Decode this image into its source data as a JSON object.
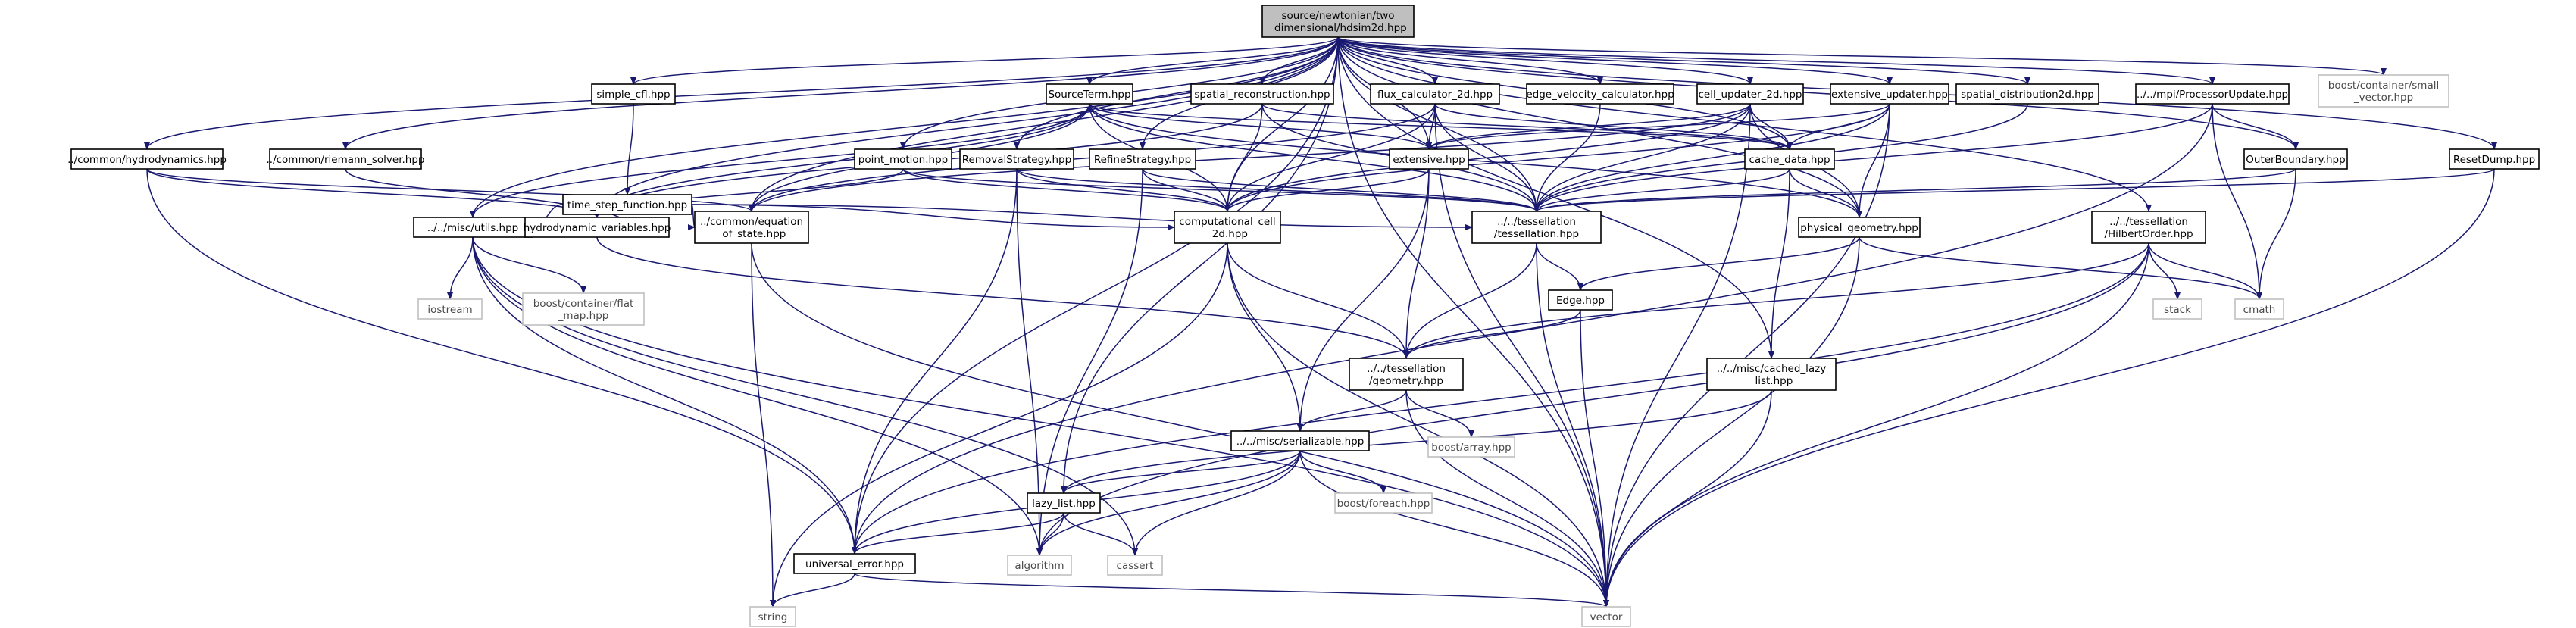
{
  "graph_nodes": [
    {
      "id": "root",
      "lines": [
        "source/newtonian/two",
        "_dimensional/hdsim2d.hpp"
      ],
      "kind": "root"
    },
    {
      "id": "simple_cfl",
      "lines": [
        "simple_cfl.hpp"
      ]
    },
    {
      "id": "sourceterm",
      "lines": [
        "SourceTerm.hpp"
      ]
    },
    {
      "id": "spatial_recon",
      "lines": [
        "spatial_reconstruction.hpp"
      ]
    },
    {
      "id": "flux_calc",
      "lines": [
        "flux_calculator_2d.hpp"
      ]
    },
    {
      "id": "edge_vel",
      "lines": [
        "edge_velocity_calculator.hpp"
      ]
    },
    {
      "id": "cell_updater",
      "lines": [
        "cell_updater_2d.hpp"
      ]
    },
    {
      "id": "extensive_updater",
      "lines": [
        "extensive_updater.hpp"
      ]
    },
    {
      "id": "spatial_dist",
      "lines": [
        "spatial_distribution2d.hpp"
      ]
    },
    {
      "id": "mpi_proc",
      "lines": [
        "../../mpi/ProcessorUpdate.hpp"
      ]
    },
    {
      "id": "boost_small_vector",
      "lines": [
        "boost/container/small",
        "_vector.hpp"
      ],
      "kind": "ext"
    },
    {
      "id": "common_hydro",
      "lines": [
        "../common/hydrodynamics.hpp"
      ]
    },
    {
      "id": "common_riemann",
      "lines": [
        "../common/riemann_solver.hpp"
      ]
    },
    {
      "id": "time_step",
      "lines": [
        "time_step_function.hpp"
      ]
    },
    {
      "id": "point_motion",
      "lines": [
        "point_motion.hpp"
      ]
    },
    {
      "id": "removal",
      "lines": [
        "RemovalStrategy.hpp"
      ]
    },
    {
      "id": "refine",
      "lines": [
        "RefineStrategy.hpp"
      ]
    },
    {
      "id": "extensive",
      "lines": [
        "extensive.hpp"
      ]
    },
    {
      "id": "cache_data",
      "lines": [
        "cache_data.hpp"
      ]
    },
    {
      "id": "outer_boundary",
      "lines": [
        "OuterBoundary.hpp"
      ]
    },
    {
      "id": "reset_dump",
      "lines": [
        "ResetDump.hpp"
      ]
    },
    {
      "id": "misc_utils",
      "lines": [
        "../../misc/utils.hpp"
      ]
    },
    {
      "id": "hydro_vars",
      "lines": [
        "hydrodynamic_variables.hpp"
      ]
    },
    {
      "id": "eos",
      "lines": [
        "../common/equation",
        "_of_state.hpp"
      ]
    },
    {
      "id": "comp_cell",
      "lines": [
        "computational_cell",
        "_2d.hpp"
      ]
    },
    {
      "id": "tessellation",
      "lines": [
        "../../tessellation",
        "/tessellation.hpp"
      ]
    },
    {
      "id": "physical_geom",
      "lines": [
        "physical_geometry.hpp"
      ]
    },
    {
      "id": "hilbert",
      "lines": [
        "../../tessellation",
        "/HilbertOrder.hpp"
      ]
    },
    {
      "id": "iostream",
      "lines": [
        "iostream"
      ],
      "kind": "ext"
    },
    {
      "id": "boost_flat_map",
      "lines": [
        "boost/container/flat",
        "_map.hpp"
      ],
      "kind": "ext"
    },
    {
      "id": "edge",
      "lines": [
        "Edge.hpp"
      ]
    },
    {
      "id": "stack",
      "lines": [
        "stack"
      ],
      "kind": "ext"
    },
    {
      "id": "cmath",
      "lines": [
        "cmath"
      ],
      "kind": "ext"
    },
    {
      "id": "geometry",
      "lines": [
        "../../tessellation",
        "/geometry.hpp"
      ]
    },
    {
      "id": "cached_lazy",
      "lines": [
        "../../misc/cached_lazy",
        "_list.hpp"
      ]
    },
    {
      "id": "serializable",
      "lines": [
        "../../misc/serializable.hpp"
      ]
    },
    {
      "id": "boost_array",
      "lines": [
        "boost/array.hpp"
      ],
      "kind": "ext"
    },
    {
      "id": "lazy_list",
      "lines": [
        "lazy_list.hpp"
      ]
    },
    {
      "id": "boost_foreach",
      "lines": [
        "boost/foreach.hpp"
      ],
      "kind": "ext"
    },
    {
      "id": "universal_error",
      "lines": [
        "universal_error.hpp"
      ]
    },
    {
      "id": "algorithm",
      "lines": [
        "algorithm"
      ],
      "kind": "ext"
    },
    {
      "id": "cassert",
      "lines": [
        "cassert"
      ],
      "kind": "ext"
    },
    {
      "id": "string",
      "lines": [
        "string"
      ],
      "kind": "ext"
    },
    {
      "id": "vector",
      "lines": [
        "vector"
      ],
      "kind": "ext"
    }
  ],
  "graph_edges": [
    [
      "root",
      "simple_cfl"
    ],
    [
      "root",
      "sourceterm"
    ],
    [
      "root",
      "spatial_recon"
    ],
    [
      "root",
      "flux_calc"
    ],
    [
      "root",
      "edge_vel"
    ],
    [
      "root",
      "cell_updater"
    ],
    [
      "root",
      "extensive_updater"
    ],
    [
      "root",
      "spatial_dist"
    ],
    [
      "root",
      "mpi_proc"
    ],
    [
      "root",
      "boost_small_vector"
    ],
    [
      "root",
      "common_hydro"
    ],
    [
      "root",
      "common_riemann"
    ],
    [
      "root",
      "point_motion"
    ],
    [
      "root",
      "removal"
    ],
    [
      "root",
      "refine"
    ],
    [
      "root",
      "extensive"
    ],
    [
      "root",
      "cache_data"
    ],
    [
      "root",
      "outer_boundary"
    ],
    [
      "root",
      "reset_dump"
    ],
    [
      "root",
      "misc_utils"
    ],
    [
      "root",
      "eos"
    ],
    [
      "root",
      "comp_cell"
    ],
    [
      "root",
      "tessellation"
    ],
    [
      "root",
      "physical_geom"
    ],
    [
      "root",
      "hilbert"
    ],
    [
      "root",
      "cached_lazy"
    ],
    [
      "root",
      "lazy_list"
    ],
    [
      "root",
      "universal_error"
    ],
    [
      "root",
      "vector"
    ],
    [
      "root",
      "hydro_vars"
    ],
    [
      "simple_cfl",
      "time_step"
    ],
    [
      "time_step",
      "misc_utils"
    ],
    [
      "time_step",
      "hydro_vars"
    ],
    [
      "time_step",
      "eos"
    ],
    [
      "time_step",
      "comp_cell"
    ],
    [
      "time_step",
      "tessellation"
    ],
    [
      "sourceterm",
      "hydro_vars"
    ],
    [
      "sourceterm",
      "misc_utils"
    ],
    [
      "sourceterm",
      "comp_cell"
    ],
    [
      "sourceterm",
      "tessellation"
    ],
    [
      "sourceterm",
      "extensive"
    ],
    [
      "sourceterm",
      "physical_geom"
    ],
    [
      "sourceterm",
      "cache_data"
    ],
    [
      "sourceterm",
      "eos"
    ],
    [
      "spatial_recon",
      "comp_cell"
    ],
    [
      "spatial_recon",
      "tessellation"
    ],
    [
      "spatial_recon",
      "cache_data"
    ],
    [
      "spatial_recon",
      "hydro_vars"
    ],
    [
      "flux_calc",
      "extensive"
    ],
    [
      "flux_calc",
      "comp_cell"
    ],
    [
      "flux_calc",
      "tessellation"
    ],
    [
      "flux_calc",
      "cache_data"
    ],
    [
      "flux_calc",
      "eos"
    ],
    [
      "flux_calc",
      "vector"
    ],
    [
      "edge_vel",
      "tessellation"
    ],
    [
      "cell_updater",
      "extensive"
    ],
    [
      "cell_updater",
      "cache_data"
    ],
    [
      "cell_updater",
      "tessellation"
    ],
    [
      "cell_updater",
      "comp_cell"
    ],
    [
      "cell_updater",
      "vector"
    ],
    [
      "cell_updater",
      "eos"
    ],
    [
      "cell_updater",
      "physical_geom"
    ],
    [
      "extensive_updater",
      "extensive"
    ],
    [
      "extensive_updater",
      "cache_data"
    ],
    [
      "extensive_updater",
      "tessellation"
    ],
    [
      "extensive_updater",
      "comp_cell"
    ],
    [
      "extensive_updater",
      "physical_geom"
    ],
    [
      "extensive_updater",
      "vector"
    ],
    [
      "spatial_dist",
      "tessellation"
    ],
    [
      "mpi_proc",
      "tessellation"
    ],
    [
      "mpi_proc",
      "outer_boundary"
    ],
    [
      "mpi_proc",
      "cmath"
    ],
    [
      "mpi_proc",
      "universal_error"
    ],
    [
      "common_hydro",
      "hydro_vars"
    ],
    [
      "common_hydro",
      "universal_error"
    ],
    [
      "common_hydro",
      "eos"
    ],
    [
      "common_riemann",
      "hydro_vars"
    ],
    [
      "point_motion",
      "tessellation"
    ],
    [
      "point_motion",
      "comp_cell"
    ],
    [
      "point_motion",
      "hydro_vars"
    ],
    [
      "removal",
      "tessellation"
    ],
    [
      "removal",
      "comp_cell"
    ],
    [
      "removal",
      "algorithm"
    ],
    [
      "removal",
      "universal_error"
    ],
    [
      "refine",
      "tessellation"
    ],
    [
      "refine",
      "comp_cell"
    ],
    [
      "refine",
      "algorithm"
    ],
    [
      "extensive",
      "comp_cell"
    ],
    [
      "extensive",
      "geometry"
    ],
    [
      "extensive",
      "serializable"
    ],
    [
      "cache_data",
      "tessellation"
    ],
    [
      "cache_data",
      "physical_geom"
    ],
    [
      "cache_data",
      "cached_lazy"
    ],
    [
      "outer_boundary",
      "tessellation"
    ],
    [
      "outer_boundary",
      "cmath"
    ],
    [
      "reset_dump",
      "tessellation"
    ],
    [
      "reset_dump",
      "vector"
    ],
    [
      "misc_utils",
      "iostream"
    ],
    [
      "misc_utils",
      "boost_flat_map"
    ],
    [
      "misc_utils",
      "vector"
    ],
    [
      "misc_utils",
      "universal_error"
    ],
    [
      "misc_utils",
      "algorithm"
    ],
    [
      "misc_utils",
      "cassert"
    ],
    [
      "hydro_vars",
      "geometry"
    ],
    [
      "eos",
      "string"
    ],
    [
      "eos",
      "vector"
    ],
    [
      "comp_cell",
      "geometry"
    ],
    [
      "comp_cell",
      "serializable"
    ],
    [
      "comp_cell",
      "vector"
    ],
    [
      "comp_cell",
      "string"
    ],
    [
      "tessellation",
      "geometry"
    ],
    [
      "tessellation",
      "edge"
    ],
    [
      "tessellation",
      "vector"
    ],
    [
      "physical_geom",
      "edge"
    ],
    [
      "physical_geom",
      "cmath"
    ],
    [
      "physical_geom",
      "vector"
    ],
    [
      "hilbert",
      "geometry"
    ],
    [
      "hilbert",
      "stack"
    ],
    [
      "hilbert",
      "cmath"
    ],
    [
      "hilbert",
      "vector"
    ],
    [
      "hilbert",
      "algorithm"
    ],
    [
      "hilbert",
      "universal_error"
    ],
    [
      "edge",
      "geometry"
    ],
    [
      "edge",
      "vector"
    ],
    [
      "geometry",
      "serializable"
    ],
    [
      "geometry",
      "boost_array"
    ],
    [
      "geometry",
      "vector"
    ],
    [
      "cached_lazy",
      "lazy_list"
    ],
    [
      "cached_lazy",
      "vector"
    ],
    [
      "serializable",
      "universal_error"
    ],
    [
      "serializable",
      "lazy_list"
    ],
    [
      "serializable",
      "boost_foreach"
    ],
    [
      "serializable",
      "cassert"
    ],
    [
      "serializable",
      "vector"
    ],
    [
      "serializable",
      "algorithm"
    ],
    [
      "lazy_list",
      "universal_error"
    ],
    [
      "lazy_list",
      "algorithm"
    ],
    [
      "lazy_list",
      "cassert"
    ],
    [
      "universal_error",
      "string"
    ],
    [
      "universal_error",
      "vector"
    ]
  ]
}
